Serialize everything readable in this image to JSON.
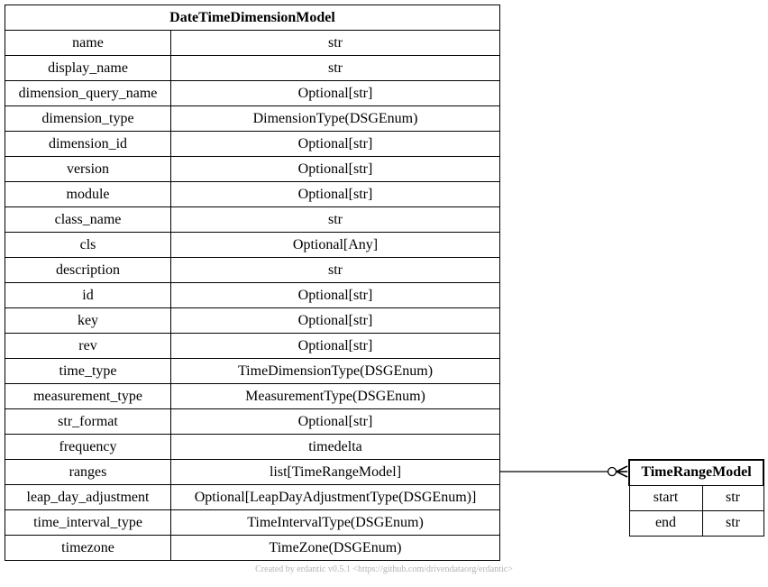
{
  "entities": {
    "datetime_dimension_model": {
      "title": "DateTimeDimensionModel",
      "fields": [
        {
          "name": "name",
          "type": "str"
        },
        {
          "name": "display_name",
          "type": "str"
        },
        {
          "name": "dimension_query_name",
          "type": "Optional[str]"
        },
        {
          "name": "dimension_type",
          "type": "DimensionType(DSGEnum)"
        },
        {
          "name": "dimension_id",
          "type": "Optional[str]"
        },
        {
          "name": "version",
          "type": "Optional[str]"
        },
        {
          "name": "module",
          "type": "Optional[str]"
        },
        {
          "name": "class_name",
          "type": "str"
        },
        {
          "name": "cls",
          "type": "Optional[Any]"
        },
        {
          "name": "description",
          "type": "str"
        },
        {
          "name": "id",
          "type": "Optional[str]"
        },
        {
          "name": "key",
          "type": "Optional[str]"
        },
        {
          "name": "rev",
          "type": "Optional[str]"
        },
        {
          "name": "time_type",
          "type": "TimeDimensionType(DSGEnum)"
        },
        {
          "name": "measurement_type",
          "type": "MeasurementType(DSGEnum)"
        },
        {
          "name": "str_format",
          "type": "Optional[str]"
        },
        {
          "name": "frequency",
          "type": "timedelta"
        },
        {
          "name": "ranges",
          "type": "list[TimeRangeModel]"
        },
        {
          "name": "leap_day_adjustment",
          "type": "Optional[LeapDayAdjustmentType(DSGEnum)]"
        },
        {
          "name": "time_interval_type",
          "type": "TimeIntervalType(DSGEnum)"
        },
        {
          "name": "timezone",
          "type": "TimeZone(DSGEnum)"
        }
      ]
    },
    "time_range_model": {
      "title": "TimeRangeModel",
      "fields": [
        {
          "name": "start",
          "type": "str"
        },
        {
          "name": "end",
          "type": "str"
        }
      ]
    }
  },
  "footer": "Created by erdantic v0.5.1 <https://github.com/drivendataorg/erdantic>"
}
